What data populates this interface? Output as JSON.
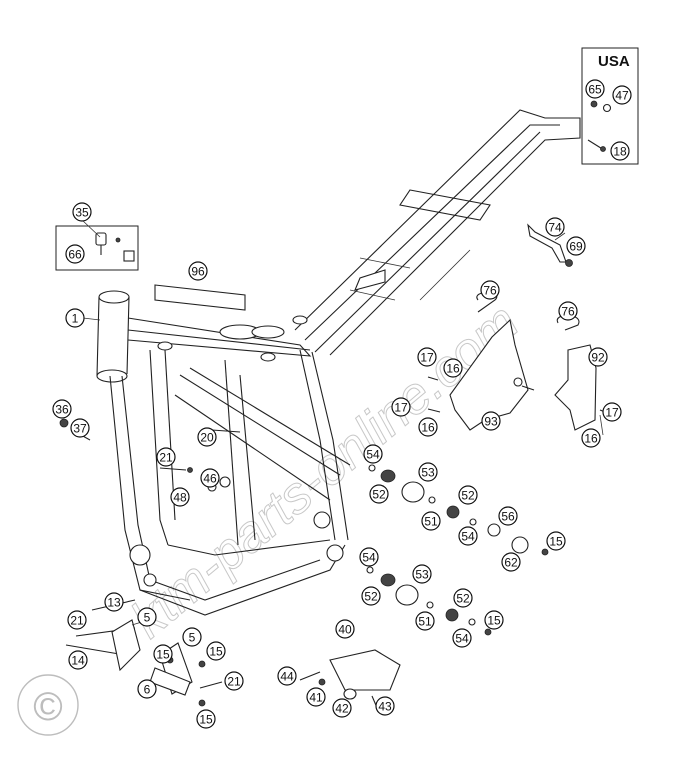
{
  "diagram": {
    "usa_label": "USA",
    "watermark_text": "ktm-parts-online.com",
    "copyright_symbol": "©",
    "callouts": [
      {
        "label": "65"
      },
      {
        "label": "47"
      },
      {
        "label": "18"
      },
      {
        "label": "35"
      },
      {
        "label": "66"
      },
      {
        "label": "74"
      },
      {
        "label": "69"
      },
      {
        "label": "96"
      },
      {
        "label": "76"
      },
      {
        "label": "76"
      },
      {
        "label": "1"
      },
      {
        "label": "92"
      },
      {
        "label": "17"
      },
      {
        "label": "16"
      },
      {
        "label": "17"
      },
      {
        "label": "16"
      },
      {
        "label": "93"
      },
      {
        "label": "17"
      },
      {
        "label": "16"
      },
      {
        "label": "36"
      },
      {
        "label": "37"
      },
      {
        "label": "20"
      },
      {
        "label": "21"
      },
      {
        "label": "46"
      },
      {
        "label": "48"
      },
      {
        "label": "54"
      },
      {
        "label": "53"
      },
      {
        "label": "52"
      },
      {
        "label": "52"
      },
      {
        "label": "51"
      },
      {
        "label": "56"
      },
      {
        "label": "54"
      },
      {
        "label": "15"
      },
      {
        "label": "62"
      },
      {
        "label": "54"
      },
      {
        "label": "53"
      },
      {
        "label": "52"
      },
      {
        "label": "52"
      },
      {
        "label": "51"
      },
      {
        "label": "15"
      },
      {
        "label": "54"
      },
      {
        "label": "13"
      },
      {
        "label": "5"
      },
      {
        "label": "21"
      },
      {
        "label": "14"
      },
      {
        "label": "5"
      },
      {
        "label": "15"
      },
      {
        "label": "15"
      },
      {
        "label": "6"
      },
      {
        "label": "21"
      },
      {
        "label": "15"
      },
      {
        "label": "40"
      },
      {
        "label": "44"
      },
      {
        "label": "41"
      },
      {
        "label": "42"
      },
      {
        "label": "43"
      }
    ]
  }
}
